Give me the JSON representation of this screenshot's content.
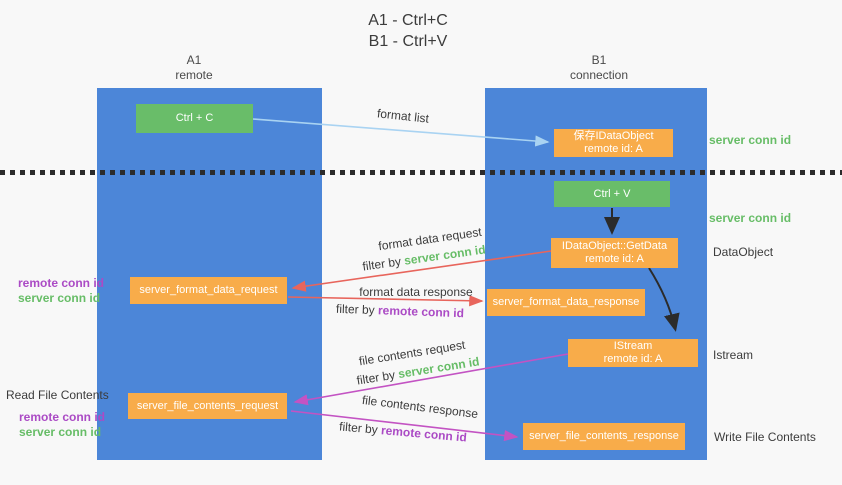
{
  "title": {
    "line1": "A1 - Ctrl+C",
    "line2": "B1 - Ctrl+V"
  },
  "lanes": {
    "left": {
      "name": "A1",
      "sub": "remote"
    },
    "right": {
      "name": "B1",
      "sub": "connection"
    }
  },
  "nodes": {
    "ctrl_c": "Ctrl + C",
    "ctrl_v": "Ctrl + V",
    "save_idataobject": {
      "line1": "保存IDataObject",
      "line2": "remote id: A"
    },
    "getdata": {
      "line1": "IDataObject::GetData",
      "line2": "remote id: A"
    },
    "istream": {
      "line1": "IStream",
      "line2": "remote id: A"
    },
    "format_request": "server_format_data_request",
    "format_response": "server_format_data_response",
    "file_request": "server_file_contents_request",
    "file_response": "server_file_contents_response"
  },
  "labels": {
    "format_list": "format list",
    "format_data_request": "format data request",
    "format_data_response": "format data response",
    "file_contents_request": "file contents request",
    "file_contents_response": "file contents response",
    "filter_by": "filter by",
    "server_conn_id": "server conn id",
    "remote_conn_id": "remote conn id",
    "data_object": "DataObject",
    "istream_side": "Istream",
    "read_file_contents": "Read File Contents",
    "write_file_contents": "Write File Contents"
  },
  "colors": {
    "background": "#F8F8F8",
    "lane_fill": "#4C86D8",
    "action_box_green": "#69BD69",
    "message_box_orange": "#F8AC4A",
    "box_text": "#FFFFFF",
    "text": "#3C3C3C",
    "server_conn_id_green": "#67BD67",
    "remote_conn_id_purple": "#AB4BC5",
    "arrow_format_list_blue": "#A9D3F2",
    "arrow_format_red": "#E8655C",
    "arrow_file_magenta": "#C353C3",
    "arrow_black": "#2B2B2B"
  }
}
